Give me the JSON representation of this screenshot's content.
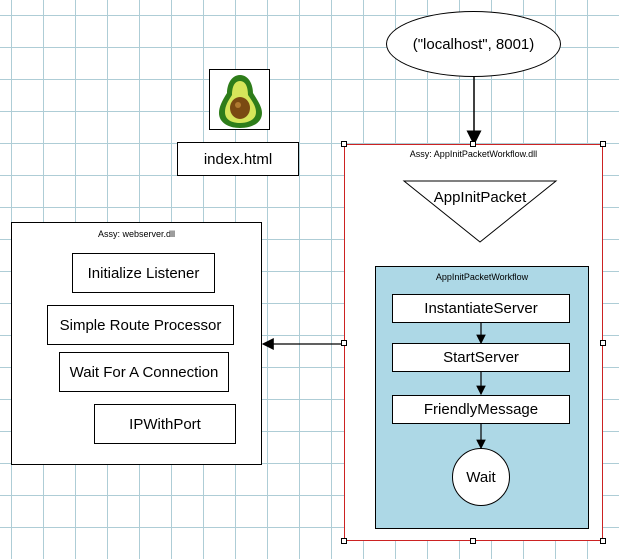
{
  "endpoint": {
    "label": "(\"localhost\", 8001)"
  },
  "file": {
    "label": "index.html"
  },
  "webserver": {
    "title": "Assy: webserver.dll",
    "items": [
      "Initialize Listener",
      "Simple Route Processor",
      "Wait For A Connection",
      "IPWithPort"
    ]
  },
  "app_assembly": {
    "title": "Assy: AppInitPacketWorkflow.dll",
    "packet_label": "AppInitPacket",
    "workflow": {
      "title": "AppInitPacketWorkflow",
      "steps": [
        "InstantiateServer",
        "StartServer",
        "FriendlyMessage"
      ],
      "end_label": "Wait"
    }
  },
  "colors": {
    "grid": "#aecdd6",
    "selection_border": "#cc2222",
    "workflow_fill": "#add8e6"
  }
}
